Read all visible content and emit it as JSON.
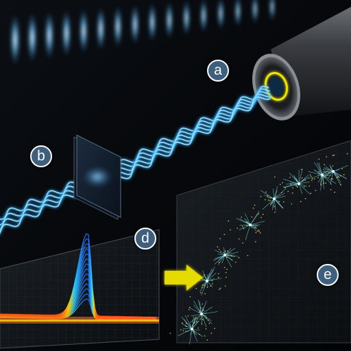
{
  "labels": {
    "a": "a",
    "b": "b",
    "d": "d",
    "e": "e"
  },
  "colors": {
    "background": "#050608",
    "beam": "#3ab6ff",
    "beam_core": "#d8f2ff",
    "fiber_ring": "#f2e600",
    "arrow": "#e6dc00",
    "badge_fill": "#3f5f7e",
    "badge_stroke": "#ffffff",
    "particle_track": "#7fe3e8",
    "particle_dot": "#e0c94a"
  },
  "elements": {
    "pulse_train": "interference-fringe-pulse-train",
    "fiber": "hollow-core-fiber",
    "plate": "sample-plate",
    "scope": "oscilloscope-trace-panel",
    "detector": "particle-detector-panel"
  }
}
